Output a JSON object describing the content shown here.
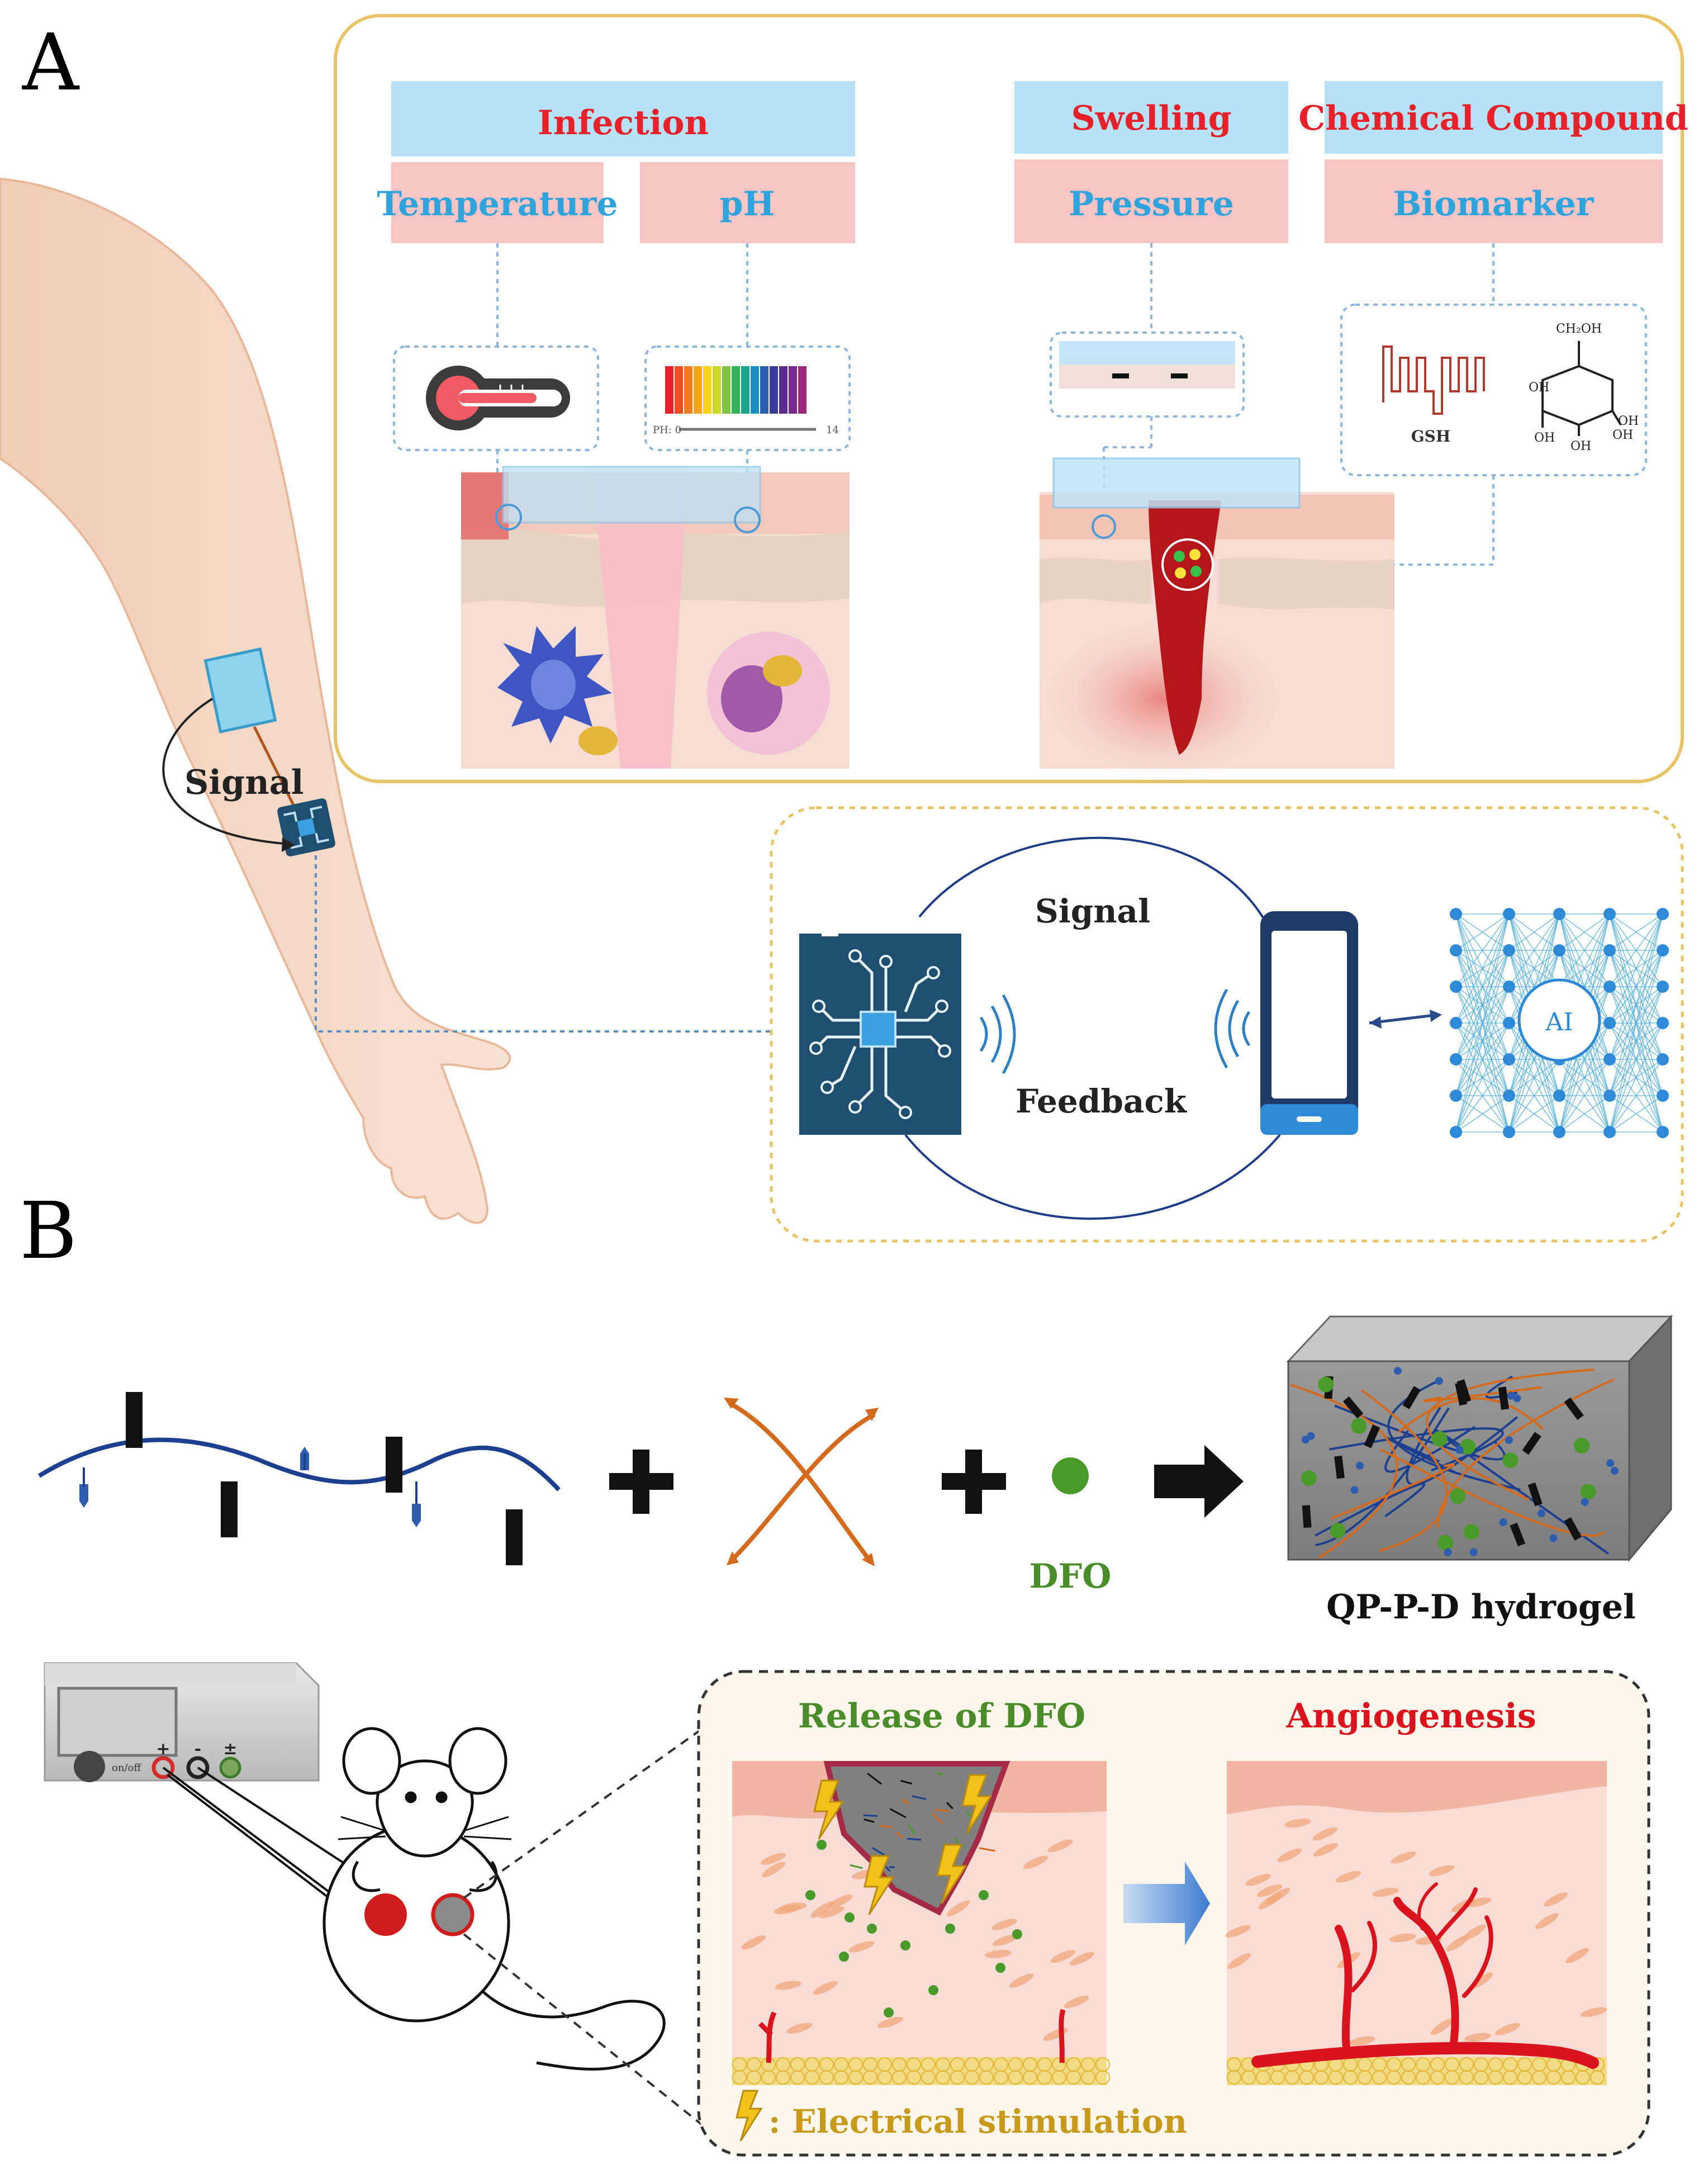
{
  "panel_a": {
    "letter": "A",
    "categories": {
      "infection": "Infection",
      "swelling": "Swelling",
      "chemical_compound": "Chemical Compound"
    },
    "parameters": {
      "temperature": "Temperature",
      "ph": "pH",
      "pressure": "Pressure",
      "biomarker": "Biomarker"
    },
    "ph_strip": {
      "min_label": "PH: 0",
      "max_label": "14"
    },
    "biomarker_labels": {
      "gsh": "GSH",
      "glucose_ch2oh": "CH₂OH",
      "glucose_oh": "OH"
    },
    "arm_signal_label": "Signal",
    "wireless": {
      "signal_label": "Signal",
      "feedback_label": "Feedback",
      "ai_label": "AI"
    }
  },
  "panel_b": {
    "letter": "B",
    "dfo_label": "DFO",
    "hydrogel_label": "QP-P-D hydrogel",
    "device": {
      "switch_label": "on/off",
      "terminals": [
        "+",
        "-",
        "±"
      ]
    },
    "release_title": "Release of DFO",
    "angiogenesis_title": "Angiogenesis",
    "legend_label": ": Electrical stimulation"
  },
  "colors": {
    "category_red": "#e8202a",
    "param_blue": "#2ea3dc",
    "category_bg": "#b7e2f6",
    "param_bg": "#f7c5c5",
    "frame_gold": "#e8c469",
    "circuit_navy": "#1f4e6e",
    "dfo_green": "#4a8c2a",
    "stim_gold": "#c89a1c",
    "vessel_red": "#d9141e",
    "skin": "#f6dccc"
  }
}
